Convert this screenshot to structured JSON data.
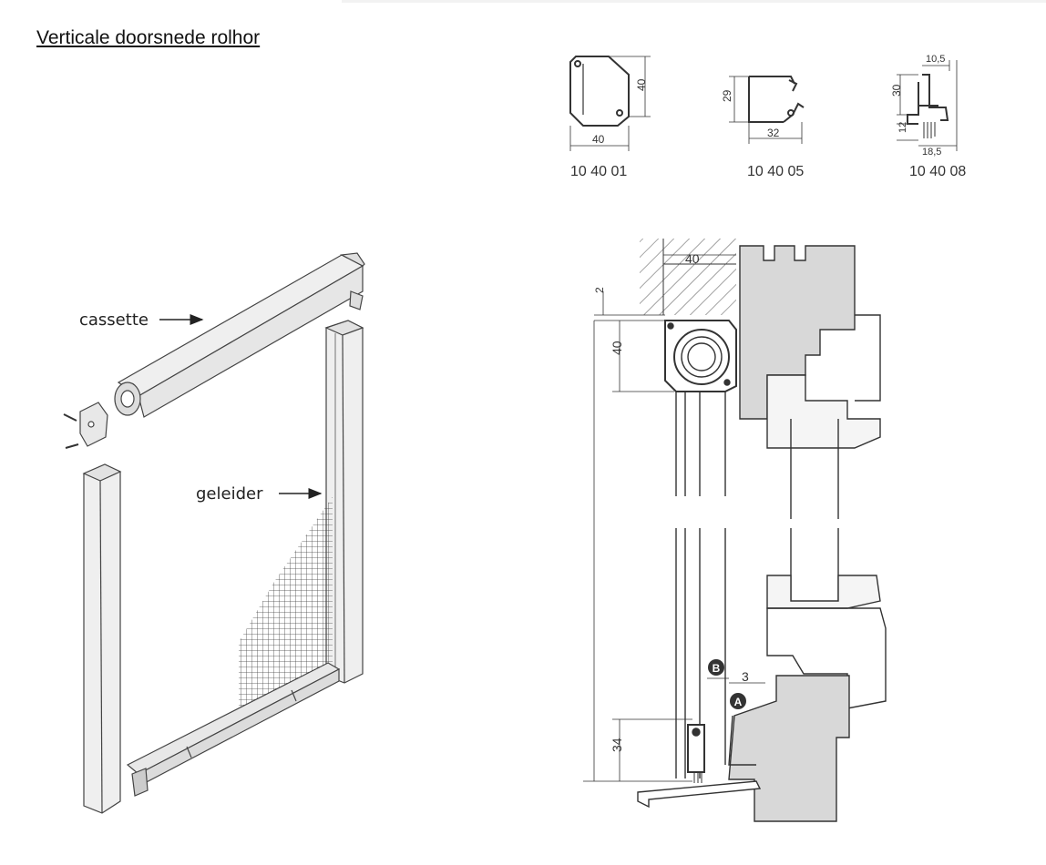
{
  "title": "Verticale doorsnede rolhor",
  "iso_view": {
    "labels": {
      "cassette": "cassette",
      "geleider": "geleider"
    }
  },
  "profiles": [
    {
      "code": "10 40 01",
      "dims": [
        "40",
        "40"
      ]
    },
    {
      "code": "10 40 05",
      "dims": [
        "29",
        "32"
      ]
    },
    {
      "code": "10 40 08",
      "dims": [
        "10,5",
        "30",
        "12",
        "18,5"
      ]
    }
  ],
  "section": {
    "dims": {
      "width_top": "40",
      "gap": "2",
      "cassette_height": "40",
      "rail_height": "34",
      "offset": "3"
    },
    "markers": {
      "a": "A",
      "b": "B"
    }
  },
  "colors": {
    "line": "#333333",
    "fill_grey": "#d8d8d8",
    "hatch": "#555555"
  }
}
